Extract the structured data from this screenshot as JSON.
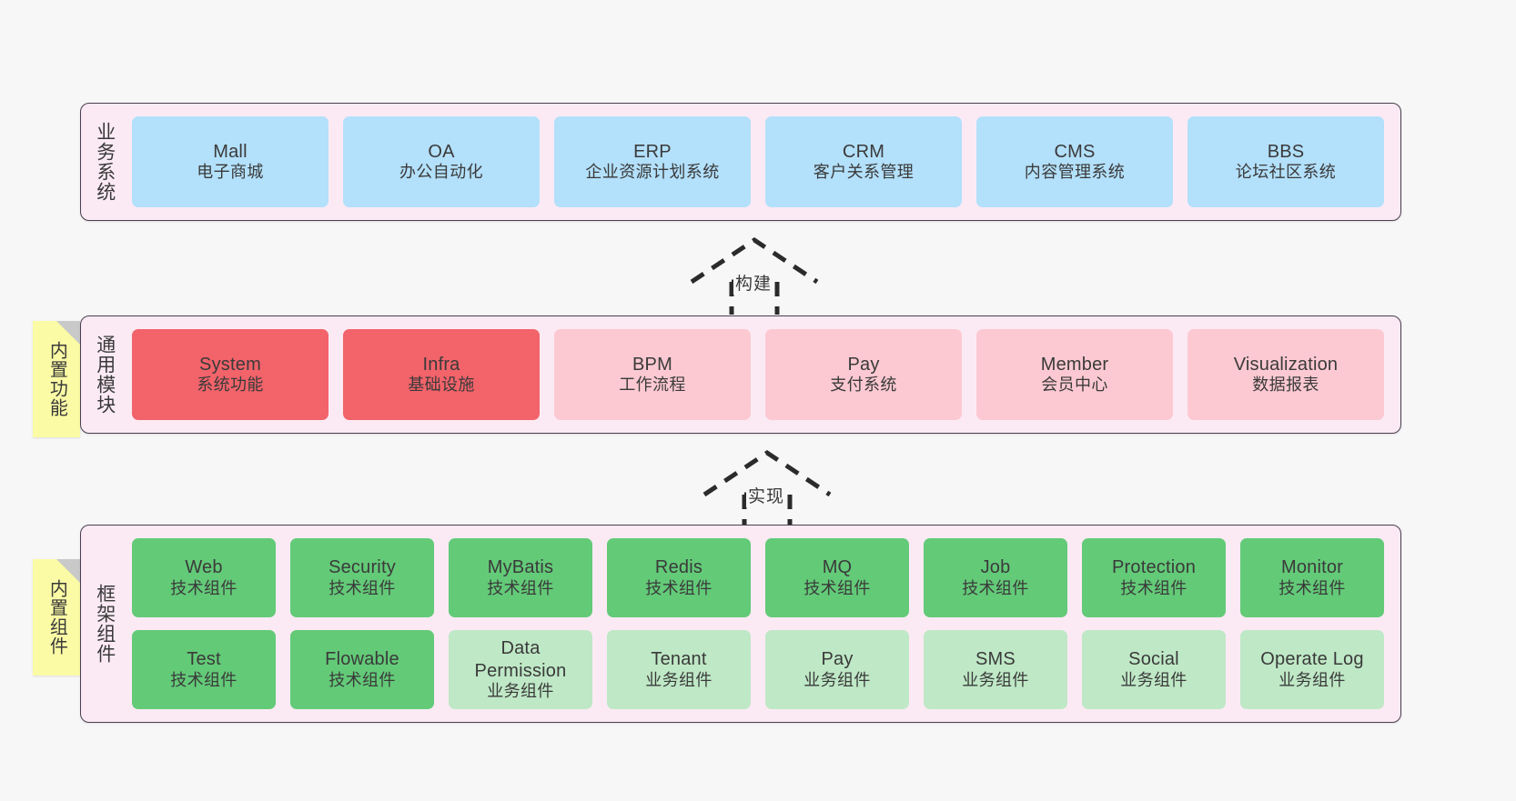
{
  "canvas": {
    "background": "#f7f7f7",
    "panel_fill": "#fbeaf4",
    "panel_border": "#4a4050",
    "note_fill": "#fbfba6",
    "fold_fill": "#c9c9c9"
  },
  "layers": [
    {
      "id": "business-systems",
      "title": "业务系统",
      "note": null,
      "rows": [
        {
          "cells": [
            {
              "name": "Mall",
              "sub": "电子商城",
              "color": "#b3e0fb",
              "style": "c-blue"
            },
            {
              "name": "OA",
              "sub": "办公自动化",
              "color": "#b3e0fb",
              "style": "c-blue"
            },
            {
              "name": "ERP",
              "sub": "企业资源计划系统",
              "color": "#b3e0fb",
              "style": "c-blue"
            },
            {
              "name": "CRM",
              "sub": "客户关系管理",
              "color": "#b3e0fb",
              "style": "c-blue"
            },
            {
              "name": "CMS",
              "sub": "内容管理系统",
              "color": "#b3e0fb",
              "style": "c-blue"
            },
            {
              "name": "BBS",
              "sub": "论坛社区系统",
              "color": "#b3e0fb",
              "style": "c-blue"
            }
          ]
        }
      ]
    },
    {
      "id": "general-modules",
      "title": "通用模块",
      "note": "内置功能",
      "rows": [
        {
          "cells": [
            {
              "name": "System",
              "sub": "系统功能",
              "color": "#f2636a",
              "style": "c-red"
            },
            {
              "name": "Infra",
              "sub": "基础设施",
              "color": "#f2636a",
              "style": "c-red"
            },
            {
              "name": "BPM",
              "sub": "工作流程",
              "color": "#fcc9d2",
              "style": "c-pink"
            },
            {
              "name": "Pay",
              "sub": "支付系统",
              "color": "#fcc9d2",
              "style": "c-pink"
            },
            {
              "name": "Member",
              "sub": "会员中心",
              "color": "#fcc9d2",
              "style": "c-pink"
            },
            {
              "name": "Visualization",
              "sub": "数据报表",
              "color": "#fcc9d2",
              "style": "c-pink"
            }
          ]
        }
      ]
    },
    {
      "id": "framework-components",
      "title": "框架组件",
      "note": "内置组件",
      "rows": [
        {
          "cells": [
            {
              "name": "Web",
              "sub": "技术组件",
              "color": "#63ca78",
              "style": "c-green"
            },
            {
              "name": "Security",
              "sub": "技术组件",
              "color": "#63ca78",
              "style": "c-green"
            },
            {
              "name": "MyBatis",
              "sub": "技术组件",
              "color": "#63ca78",
              "style": "c-green"
            },
            {
              "name": "Redis",
              "sub": "技术组件",
              "color": "#63ca78",
              "style": "c-green"
            },
            {
              "name": "MQ",
              "sub": "技术组件",
              "color": "#63ca78",
              "style": "c-green"
            },
            {
              "name": "Job",
              "sub": "技术组件",
              "color": "#63ca78",
              "style": "c-green"
            },
            {
              "name": "Protection",
              "sub": "技术组件",
              "color": "#63ca78",
              "style": "c-green"
            },
            {
              "name": "Monitor",
              "sub": "技术组件",
              "color": "#63ca78",
              "style": "c-green"
            }
          ]
        },
        {
          "cells": [
            {
              "name": "Test",
              "sub": "技术组件",
              "color": "#63ca78",
              "style": "c-green"
            },
            {
              "name": "Flowable",
              "sub": "技术组件",
              "color": "#63ca78",
              "style": "c-green"
            },
            {
              "name": "Data Permission",
              "sub": "业务组件",
              "color": "#bfe8c6",
              "style": "c-lgreen"
            },
            {
              "name": "Tenant",
              "sub": "业务组件",
              "color": "#bfe8c6",
              "style": "c-lgreen"
            },
            {
              "name": "Pay",
              "sub": "业务组件",
              "color": "#bfe8c6",
              "style": "c-lgreen"
            },
            {
              "name": "SMS",
              "sub": "业务组件",
              "color": "#bfe8c6",
              "style": "c-lgreen"
            },
            {
              "name": "Social",
              "sub": "业务组件",
              "color": "#bfe8c6",
              "style": "c-lgreen"
            },
            {
              "name": "Operate Log",
              "sub": "业务组件",
              "color": "#bfe8c6",
              "style": "c-lgreen"
            }
          ]
        }
      ]
    }
  ],
  "connectors": [
    {
      "id": "build-arrow",
      "label": "构建",
      "direction": "up"
    },
    {
      "id": "implement-arrow",
      "label": "实现",
      "direction": "up"
    }
  ]
}
